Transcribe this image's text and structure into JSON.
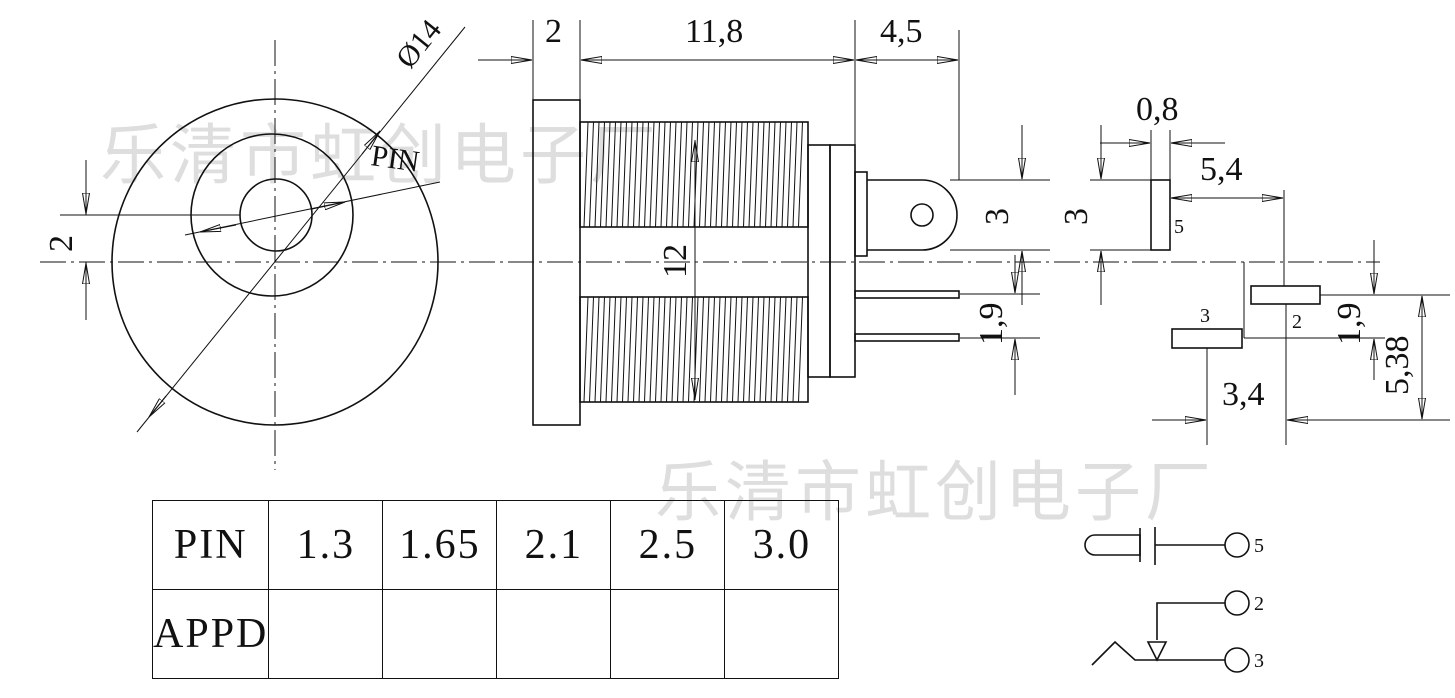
{
  "watermark": "乐清市虹创电子厂",
  "front_view": {
    "diameter_label": "Ø14",
    "pin_label": "PIN",
    "offset_label": "2"
  },
  "side_view": {
    "dims": {
      "flange": "2",
      "body_length": "11,8",
      "terminal_length": "4,5",
      "thread_height": "12",
      "terminal_height": "3",
      "pin_pitch": "1,9"
    }
  },
  "pin_view": {
    "dims": {
      "pin_width": "0,8",
      "pin_height": "3",
      "horizontal_offset": "5,4",
      "pin2_offset": "1,9",
      "total_height": "5,38",
      "pin3_spacing": "3,4"
    },
    "pin_labels": {
      "p5": "5",
      "p2": "2",
      "p3": "3"
    }
  },
  "schematic": {
    "pins": [
      "5",
      "2",
      "3"
    ]
  },
  "table": {
    "header": [
      "PIN",
      "1.3",
      "1.65",
      "2.1",
      "2.5",
      "3.0"
    ],
    "row": [
      "APPD",
      "",
      "",
      "",
      "",
      ""
    ]
  }
}
